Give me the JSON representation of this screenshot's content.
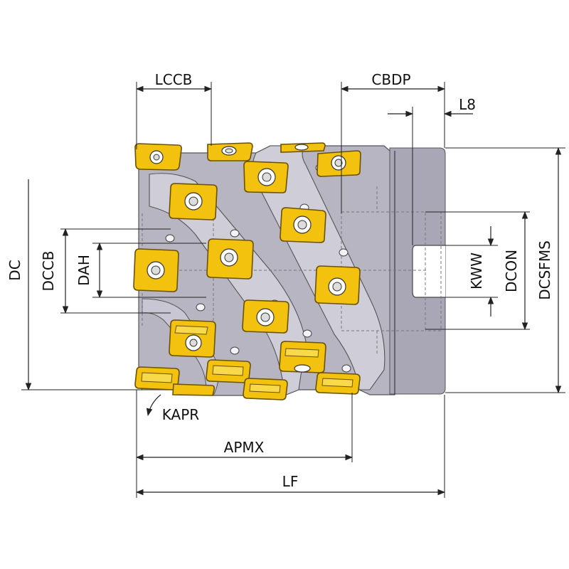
{
  "labels": {
    "lccb": "LCCB",
    "cbdp": "CBDP",
    "l8": "L8",
    "dc": "DC",
    "dccb": "DCCB",
    "dah": "DAH",
    "kww": "KWW",
    "dcon": "DCON",
    "dcsfms": "DCSFMS",
    "kapr": "KAPR",
    "apmx": "APMX",
    "lf": "LF"
  },
  "colors": {
    "insert": "#f2c20e",
    "body": "#b7b5c2",
    "dimension": "#222222"
  }
}
